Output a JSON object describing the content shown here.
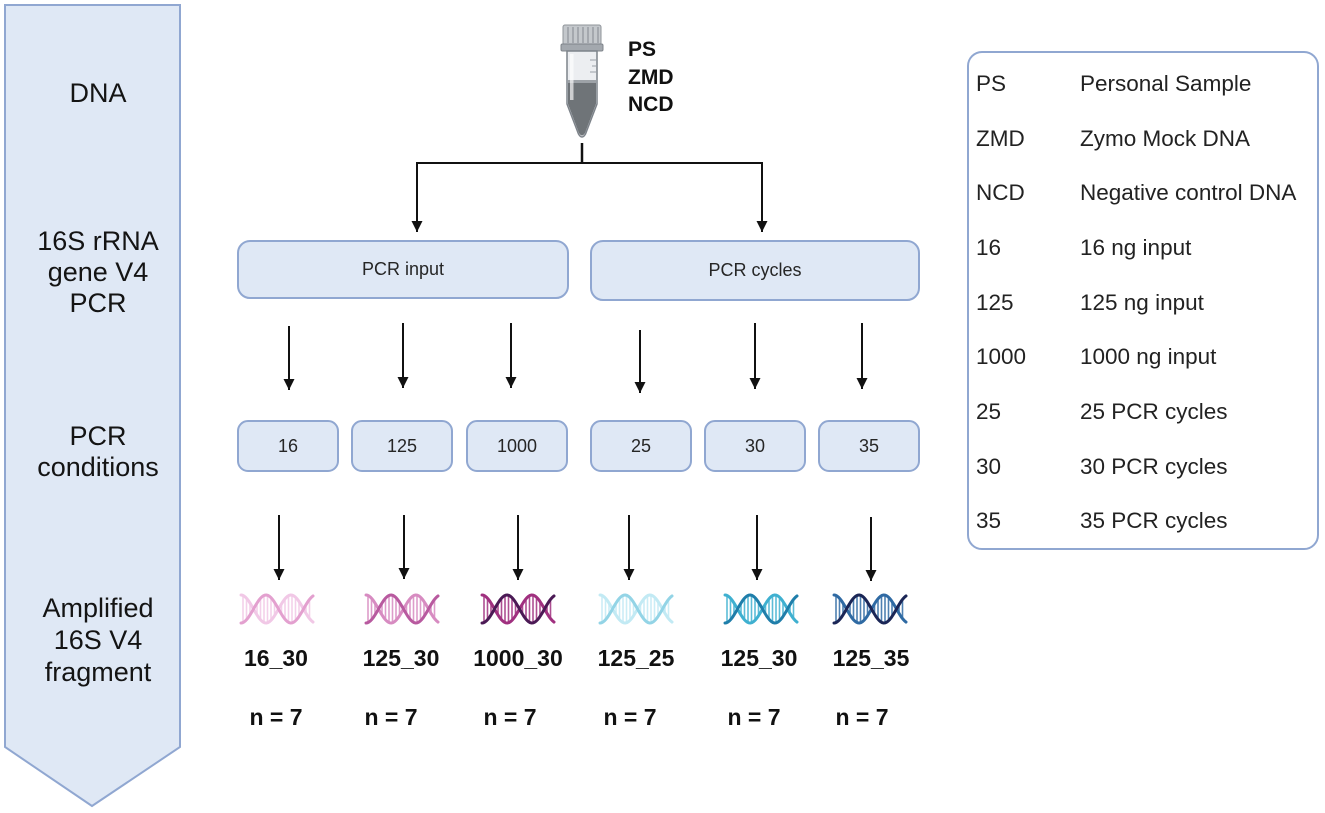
{
  "stages": [
    {
      "lines": [
        "DNA"
      ]
    },
    {
      "lines": [
        "16S rRNA",
        "gene V4",
        "PCR"
      ]
    },
    {
      "lines": [
        "PCR",
        "conditions"
      ]
    },
    {
      "lines": [
        "Amplified",
        "16S V4",
        "fragment"
      ]
    }
  ],
  "samples": [
    "PS",
    "ZMD",
    "NCD"
  ],
  "branches": [
    {
      "label": "PCR input",
      "conditions": [
        "16",
        "125",
        "1000"
      ]
    },
    {
      "label": "PCR cycles",
      "conditions": [
        "25",
        "30",
        "35"
      ]
    }
  ],
  "fragments": [
    {
      "label": "16_30",
      "n": "n = 7",
      "colors": [
        "#e3a0cf",
        "#f1c8e6"
      ]
    },
    {
      "label": "125_30",
      "n": "n = 7",
      "colors": [
        "#b85a9f",
        "#d78bc1"
      ]
    },
    {
      "label": "1000_30",
      "n": "n = 7",
      "colors": [
        "#4b1a55",
        "#a0307f"
      ]
    },
    {
      "label": "125_25",
      "n": "n = 7",
      "colors": [
        "#93d4e6",
        "#c2eaf4"
      ]
    },
    {
      "label": "125_30",
      "n": "n = 7",
      "colors": [
        "#1f7eaa",
        "#3fb0d0"
      ]
    },
    {
      "label": "125_35",
      "n": "n = 7",
      "colors": [
        "#1b2656",
        "#2f6aa3"
      ]
    }
  ],
  "legend": [
    {
      "abbr": "PS",
      "meaning": "Personal Sample"
    },
    {
      "abbr": "ZMD",
      "meaning": "Zymo Mock DNA"
    },
    {
      "abbr": "NCD",
      "meaning": "Negative control DNA"
    },
    {
      "abbr": "16",
      "meaning": "16 ng input"
    },
    {
      "abbr": "125",
      "meaning": "125 ng input"
    },
    {
      "abbr": "1000",
      "meaning": "1000 ng input"
    },
    {
      "abbr": "25",
      "meaning": "25 PCR cycles"
    },
    {
      "abbr": "30",
      "meaning": "30 PCR cycles"
    },
    {
      "abbr": "35",
      "meaning": "35 PCR cycles"
    }
  ],
  "palette": {
    "panel_fill": "#dfe8f5",
    "panel_border": "#90a7d1"
  }
}
